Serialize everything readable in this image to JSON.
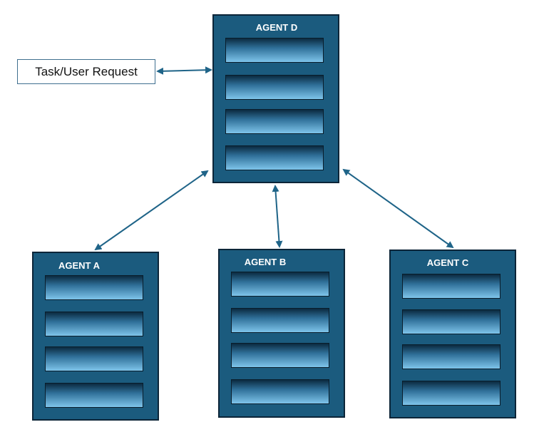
{
  "diagram": {
    "request_label": "Task/User Request",
    "colors": {
      "agent_fill": "#1b5b7e",
      "agent_border": "#0c2538",
      "connector": "#1f6488"
    },
    "agents": {
      "d": {
        "title": "AGENT D"
      },
      "a": {
        "title": "AGENT A"
      },
      "b": {
        "title": "AGENT B"
      },
      "c": {
        "title": "AGENT C"
      }
    }
  }
}
